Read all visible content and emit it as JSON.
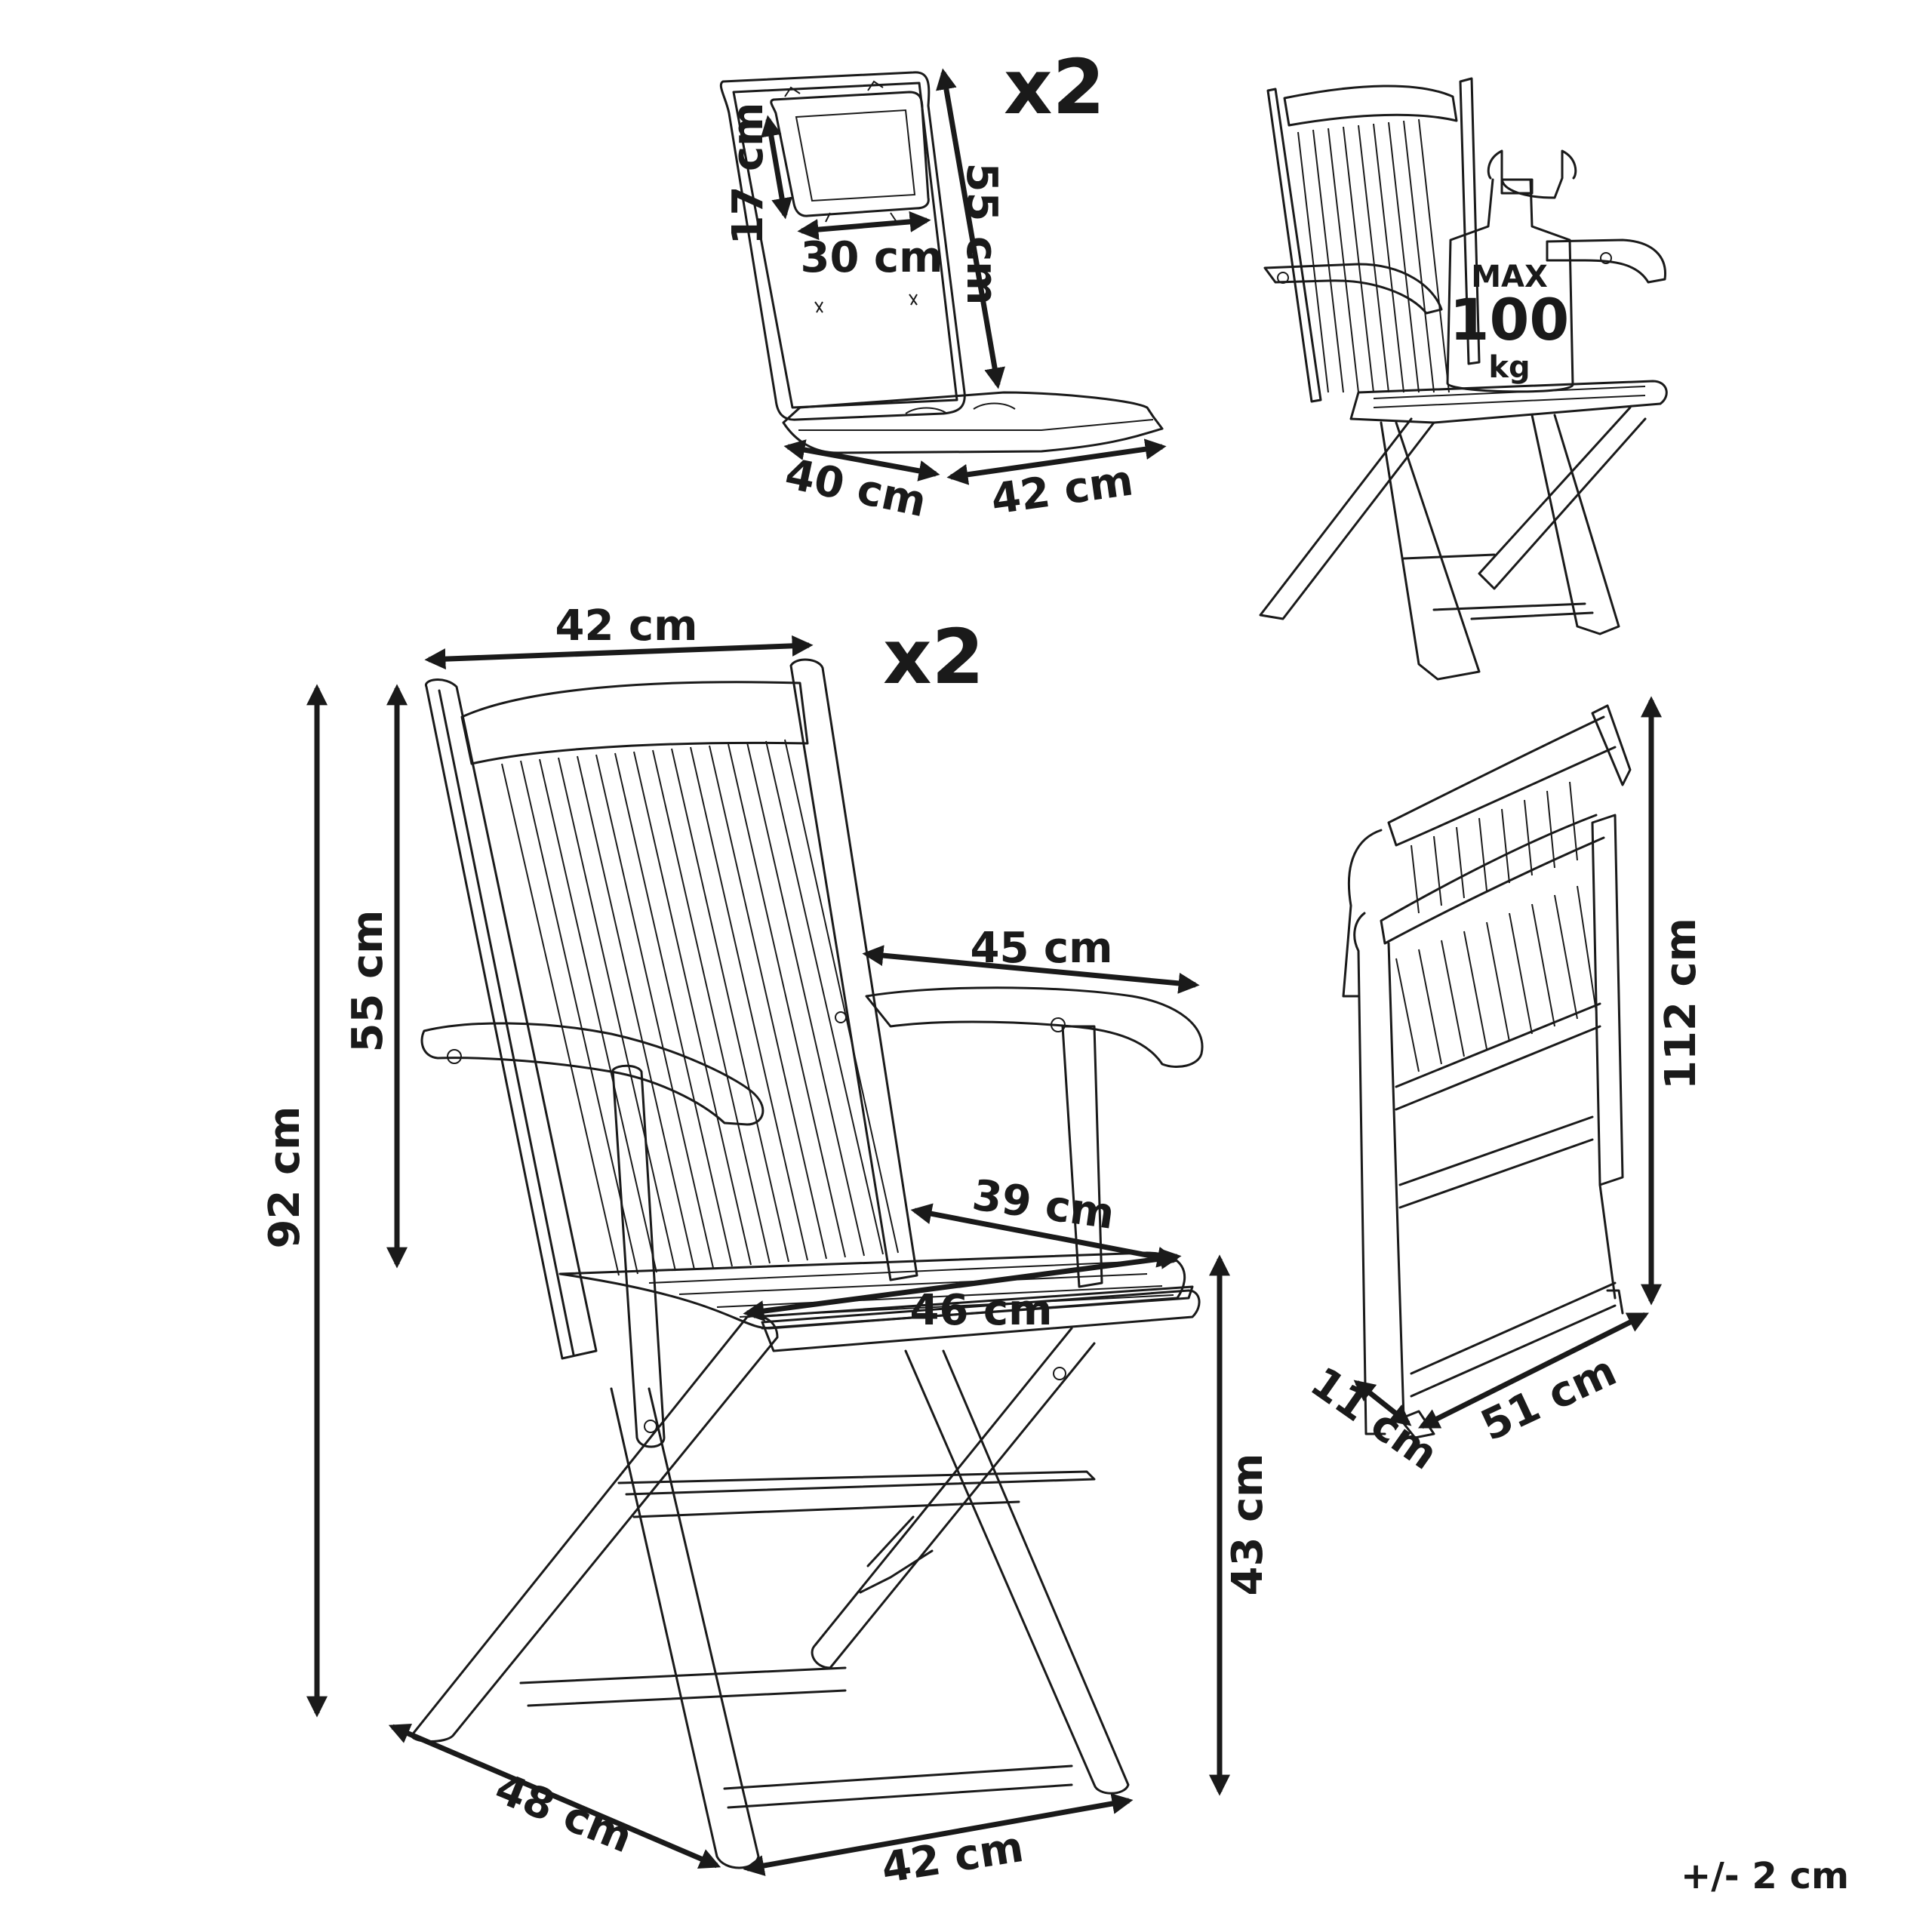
{
  "cushion": {
    "quantity": "x2",
    "pillow_height": "17 cm",
    "pillow_width": "30 cm",
    "back_height": "55 cm",
    "seat_width": "40 cm",
    "seat_depth": "42 cm"
  },
  "load_view": {
    "max_label": "MAX",
    "max_value": "100",
    "max_unit": "kg"
  },
  "main_chair": {
    "quantity": "x2",
    "top_width": "42 cm",
    "total_height": "92 cm",
    "back_height": "55 cm",
    "armrest_length": "45 cm",
    "seat_depth_inner": "39 cm",
    "seat_depth_outer": "46 cm",
    "seat_height": "43 cm",
    "base_depth": "48 cm",
    "base_width": "42 cm"
  },
  "folded_chair": {
    "height": "112 cm",
    "thickness": "11 cm",
    "width": "51 cm"
  },
  "tolerance": "+/- 2 cm"
}
